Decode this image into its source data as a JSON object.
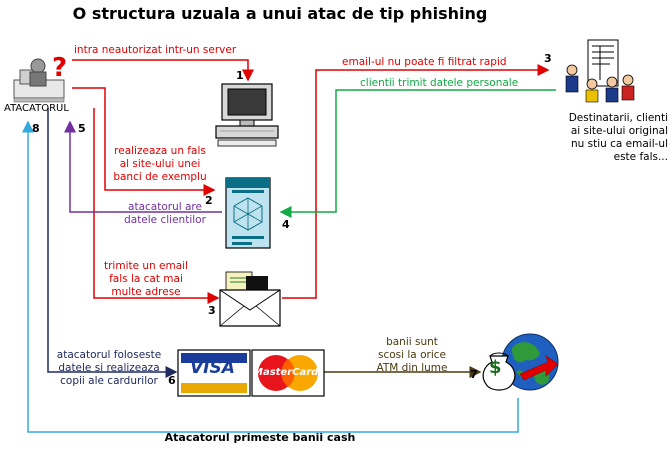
{
  "title": "O structura uzuala a unui atac de tip phishing",
  "nodes": {
    "attacker_label": "ATACATORUL",
    "recipients_label": [
      "Destinatarii, clienti",
      "ai site-ului original",
      "nu stiu ca email-ul",
      "este fals..."
    ],
    "visa_text": "VISA",
    "mastercard_text": "MasterCard"
  },
  "flows": {
    "server_intrusion": "intra neautorizat intr-un server",
    "fake_site": [
      "realizeaza un fals",
      "al site-ului unei",
      "banci de exemplu"
    ],
    "attacker_has_data": [
      "atacatorul are",
      "datele clientilor"
    ],
    "send_email": [
      "trimite un email",
      "fals la cat mai",
      "multe adrese"
    ],
    "email_not_filtered": "email-ul nu poate fi filtrat rapid",
    "clients_send_data": "clientii trimit datele personale",
    "copies_cards": [
      "atacatorul foloseste",
      "datele si realizeaza",
      "copii ale cardurilor"
    ],
    "cash_from_atm": [
      "banii sunt",
      "scosi la orice",
      "ATM din lume"
    ],
    "receives_cash": "Atacatorul primeste banii cash"
  },
  "step_numbers": [
    "1",
    "2",
    "3",
    "3",
    "4",
    "5",
    "6",
    "7",
    "8"
  ],
  "colors": {
    "red": "#e00000",
    "green": "#11aa44",
    "purple": "#7030a0",
    "navy": "#1f2a60",
    "brown": "#4a3a10",
    "cyan": "#33aadd"
  }
}
